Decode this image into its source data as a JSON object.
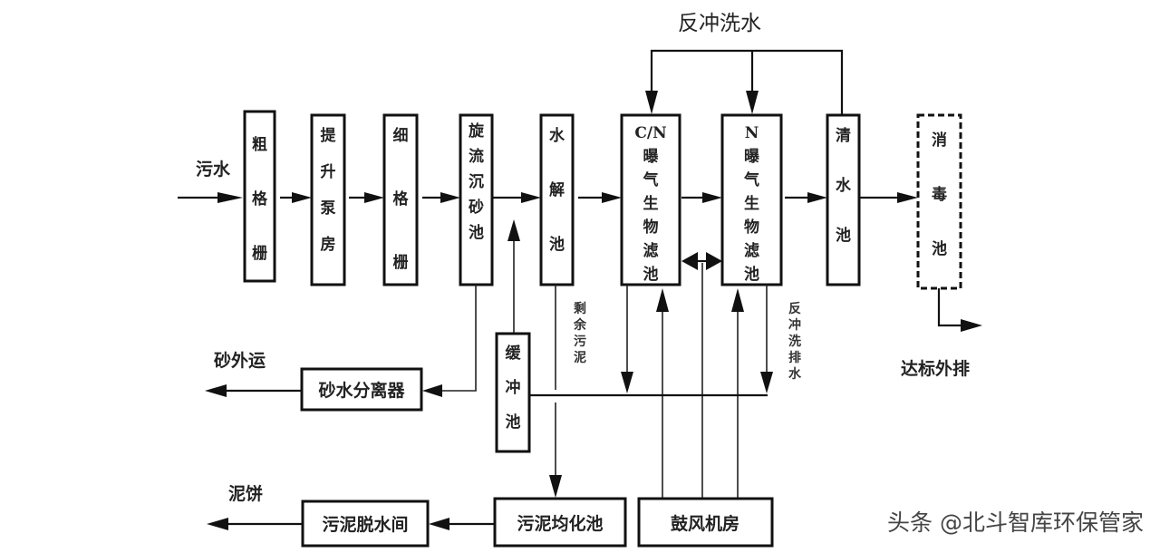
{
  "diagram": {
    "type": "process-flow",
    "title_backwash": "反冲洗水",
    "inlet_label": "污水",
    "outlet_label": "达标外排",
    "main_units": [
      {
        "id": "coarse-screen",
        "lines": [
          "粗",
          "格",
          "栅"
        ]
      },
      {
        "id": "lift-pump-house",
        "lines": [
          "提",
          "升",
          "泵",
          "房"
        ]
      },
      {
        "id": "fine-screen",
        "lines": [
          "细",
          "格",
          "栅"
        ]
      },
      {
        "id": "vortex-grit-chamber",
        "lines": [
          "旋",
          "流",
          "沉",
          "砂",
          "池"
        ]
      },
      {
        "id": "hydrolysis-tank",
        "lines": [
          "水",
          "解",
          "池"
        ]
      },
      {
        "id": "cn-baf",
        "lines": [
          "C/N",
          "曝",
          "气",
          "生",
          "物",
          "滤",
          "池"
        ]
      },
      {
        "id": "n-baf",
        "lines": [
          "N",
          "曝",
          "气",
          "生",
          "物",
          "滤",
          "池"
        ]
      },
      {
        "id": "clear-water-tank",
        "lines": [
          "清",
          "水",
          "池"
        ]
      },
      {
        "id": "disinfection-tank",
        "lines": [
          "消",
          "毒",
          "池"
        ],
        "style": "dashed"
      }
    ],
    "side_units": {
      "grit_separator": "砂水分离器",
      "buffer_tank": [
        "缓",
        "冲",
        "池"
      ],
      "sludge_dewatering": "污泥脱水间",
      "sludge_homogenization": "污泥均化池",
      "blower_house": "鼓风机房"
    },
    "edge_labels": {
      "sand_out": "砂外运",
      "excess_sludge": [
        "剩",
        "余",
        "污",
        "泥"
      ],
      "backwash_drain": [
        "反",
        "冲",
        "洗",
        "排",
        "水"
      ],
      "sludge_cake": "泥饼"
    },
    "watermark": "头条 @北斗智库环保管家"
  }
}
